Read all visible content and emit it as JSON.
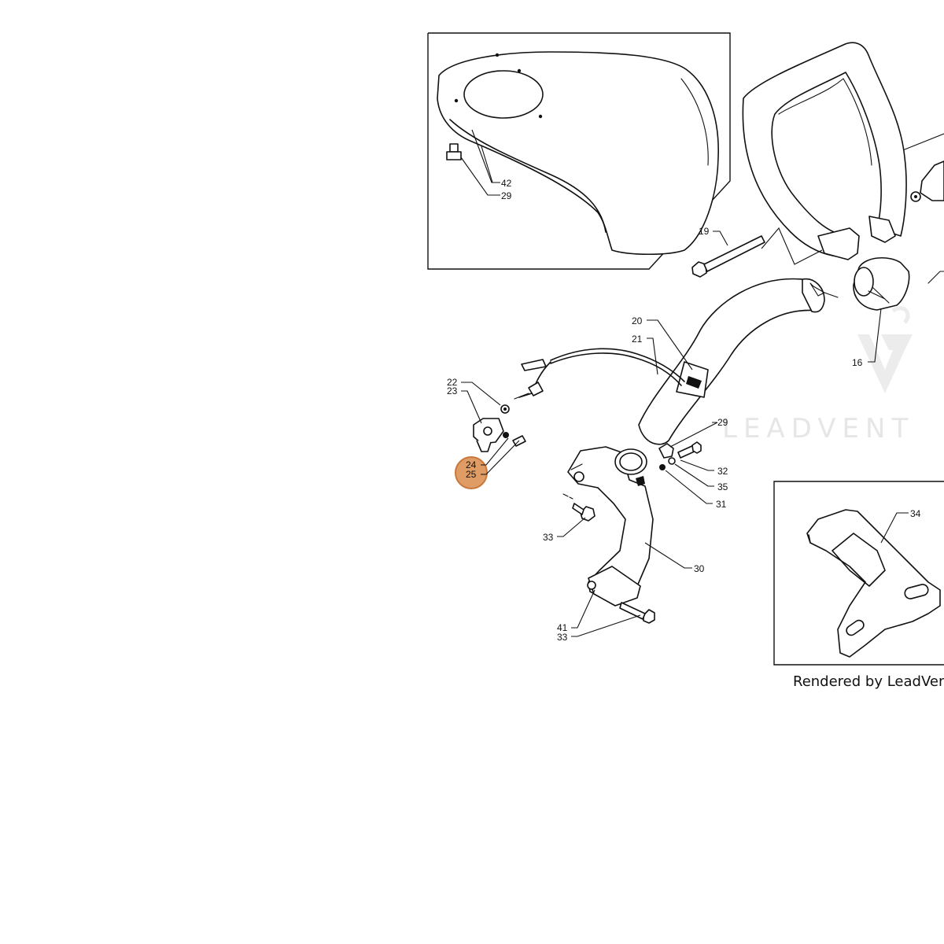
{
  "diagram": {
    "caption": "Rendered by LeadVentu",
    "watermark": "LEADVENT",
    "highlight": {
      "color": "#d98c4a",
      "labels": [
        "24",
        "25"
      ]
    },
    "labels": {
      "p42": "42",
      "p29a": "29",
      "p19": "19",
      "p20": "20",
      "p21": "21",
      "p16": "16",
      "p22": "22",
      "p23": "23",
      "p29b": "29",
      "p32": "32",
      "p35": "35",
      "p31": "31",
      "p33a": "33",
      "p30": "30",
      "p34": "34",
      "p41": "41",
      "p33b": "33"
    }
  }
}
